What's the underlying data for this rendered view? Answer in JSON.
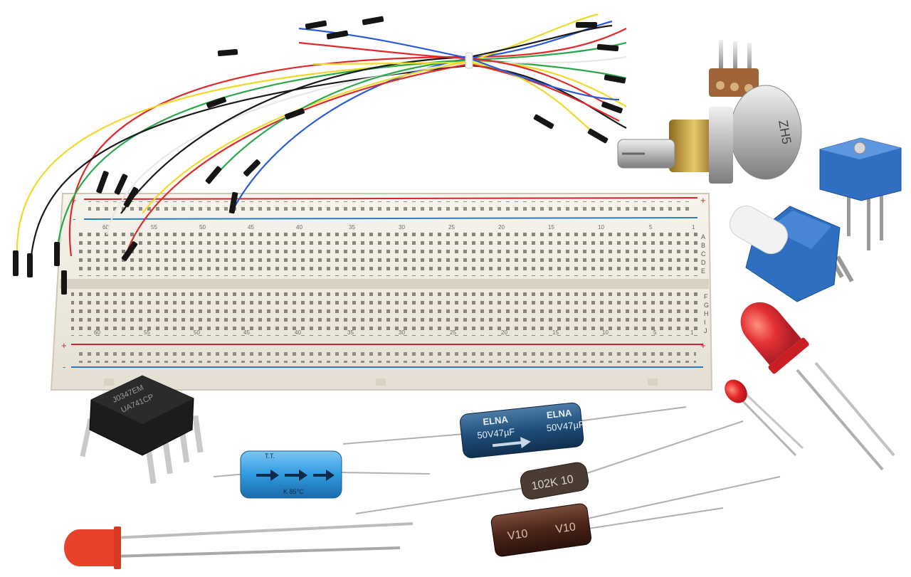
{
  "breadboard": {
    "row_letters_top": [
      "A",
      "B",
      "C",
      "D",
      "E"
    ],
    "row_letters_bottom": [
      "F",
      "G",
      "H",
      "I",
      "J"
    ],
    "column_numbers": [
      "60",
      "55",
      "50",
      "45",
      "40",
      "35",
      "30",
      "25",
      "20",
      "15",
      "10",
      "5",
      "1"
    ],
    "rail_plus": "+",
    "rail_minus": "-"
  },
  "ic_chip": {
    "marking_line1": "J0347EM",
    "marking_line2": "UA741CP"
  },
  "potentiometer": {
    "marking": "ZH5"
  },
  "capacitor_blue": {
    "top_marking": "T.T.",
    "bottom_marking": "K 85°C"
  },
  "capacitor_elna": {
    "brand": "ELNA",
    "rating": "50V47µF"
  },
  "resistor": {
    "code": "102K 10"
  },
  "capacitor_brown": {
    "marking": "V10"
  },
  "colors": {
    "board": "#f2eee4",
    "rail_red": "#d2272e",
    "rail_blue": "#2a7bc9",
    "led_red": "#e3262a",
    "trimmer_blue": "#2f6fc2"
  }
}
